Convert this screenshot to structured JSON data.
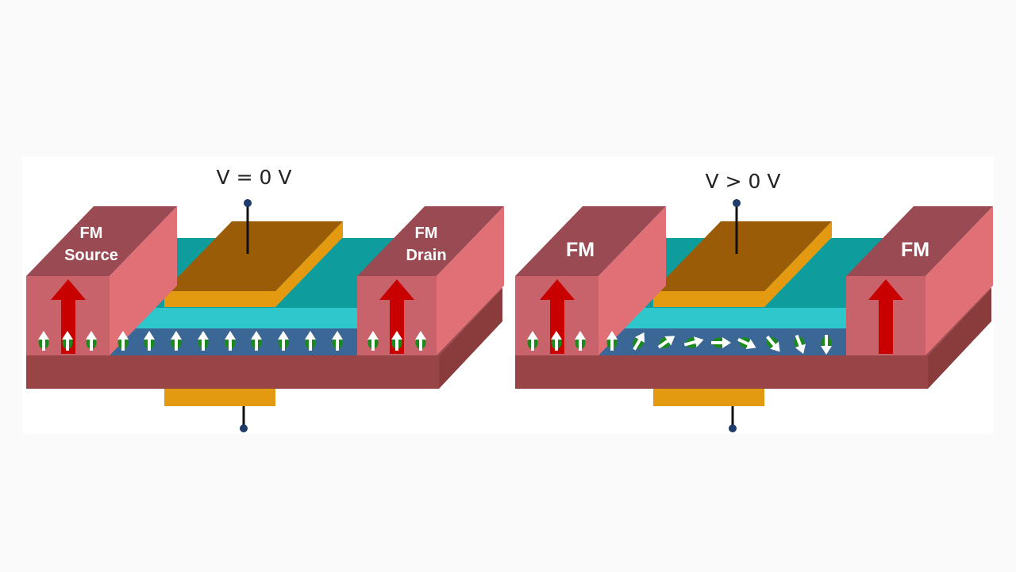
{
  "colors": {
    "background": "#fafafa",
    "ferromagnet_top": "#9a4a52",
    "ferromagnet_front": "#c9636b",
    "ferromagnet_side": "#e07076",
    "substrate": "#9a4545",
    "channel_top": "#0f9c9c",
    "channel_front": "#2dc7cc",
    "spin_layer": "#3b6796",
    "gate_top": "#9a5c06",
    "gate_front": "#e39a10",
    "magnetization_arrow": "#c80000",
    "spin_dot": "#1a8a1a"
  },
  "diagrams": [
    {
      "voltage_label": "V = 0 V",
      "left_label": [
        "FM",
        "Source"
      ],
      "right_label": [
        "FM",
        "Drain"
      ],
      "spin_angles_deg": [
        0,
        0,
        0,
        0,
        0,
        0,
        0,
        0,
        0
      ]
    },
    {
      "voltage_label": "V > 0 V",
      "left_label": [
        "FM"
      ],
      "right_label": [
        "FM"
      ],
      "spin_angles_deg": [
        0,
        30,
        55,
        75,
        90,
        115,
        140,
        160,
        180
      ]
    }
  ]
}
